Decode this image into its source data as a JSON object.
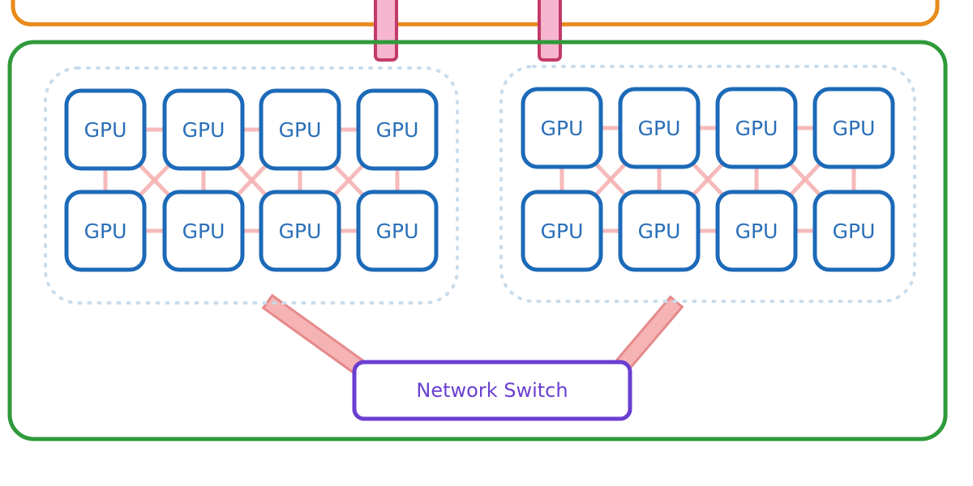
{
  "diagram": {
    "colors": {
      "outer_top_border": "#e98a1a",
      "outer_bottom_border": "#2f9a3a",
      "group_dotted": "#c9dcec",
      "gpu_border": "#1c6ab8",
      "gpu_text": "#2a6fb8",
      "link_pink": "#f6b3b3",
      "uplink_fill": "#f7b6cf",
      "uplink_border": "#c23a68",
      "switch_border": "#6a3fd1",
      "switch_text": "#6a3fd1"
    },
    "groups": [
      {
        "rows": [
          [
            "GPU",
            "GPU",
            "GPU",
            "GPU"
          ],
          [
            "GPU",
            "GPU",
            "GPU",
            "GPU"
          ]
        ]
      },
      {
        "rows": [
          [
            "GPU",
            "GPU",
            "GPU",
            "GPU"
          ],
          [
            "GPU",
            "GPU",
            "GPU",
            "GPU"
          ]
        ]
      }
    ],
    "switch": {
      "label": "Network Switch"
    }
  }
}
